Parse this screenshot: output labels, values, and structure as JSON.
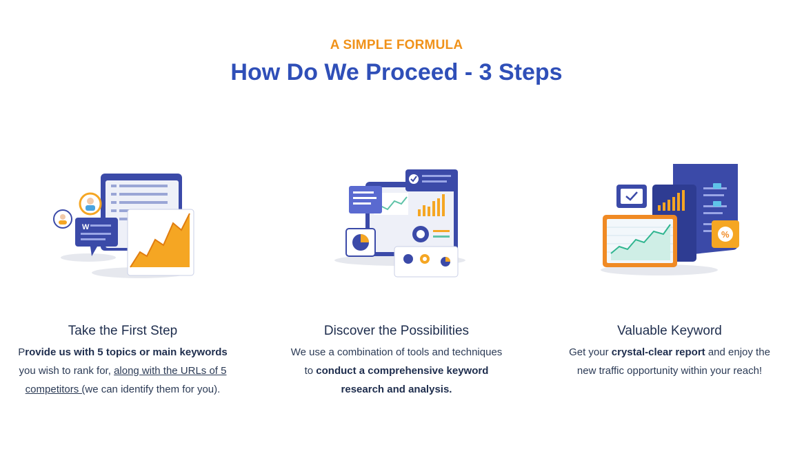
{
  "header": {
    "eyebrow": "A SIMPLE FORMULA",
    "title": "How Do We Proceed - 3 Steps"
  },
  "colors": {
    "accent_orange": "#f0921a",
    "title_blue": "#2f4fb8",
    "illustration_navy": "#3b4aa8",
    "text_dark": "#1e2d4d"
  },
  "steps": [
    {
      "title": "Take the First Step",
      "desc_parts": [
        {
          "text": "P",
          "style": "plain"
        },
        {
          "text": "rovide us with 5 topics or main keywords",
          "style": "bold"
        },
        {
          "text": " you wish to rank for, ",
          "style": "plain"
        },
        {
          "text": "along with the URLs of 5 competitors (",
          "style": "underline"
        },
        {
          "text": "we can identify them for you).",
          "style": "plain"
        }
      ],
      "icon": "keyword-writing-illustration"
    },
    {
      "title": "Discover the Possibilities",
      "desc_parts": [
        {
          "text": "We use a combination of tools and techniques to ",
          "style": "plain"
        },
        {
          "text": "conduct a comprehensive keyword research and analysis.",
          "style": "bold"
        }
      ],
      "icon": "analytics-dashboard-illustration"
    },
    {
      "title": "Valuable Keyword",
      "desc_parts": [
        {
          "text": "Get your ",
          "style": "plain"
        },
        {
          "text": "crystal-clear report",
          "style": "bold"
        },
        {
          "text": " and enjoy the new traffic opportunity within your reach!",
          "style": "plain"
        }
      ],
      "icon": "report-illustration"
    }
  ]
}
